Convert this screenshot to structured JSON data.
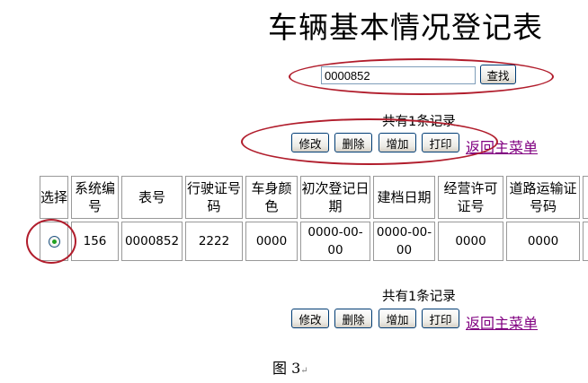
{
  "page": {
    "title": "车辆基本情况登记表",
    "caption": "图 3",
    "caption_mark": "↵"
  },
  "search": {
    "value": "0000852",
    "button_label": "查找"
  },
  "top_bar": {
    "record_count": "共有1条记录",
    "edit_label": "修改",
    "delete_label": "删除",
    "add_label": "增加",
    "print_label": "打印",
    "return_link": "返回主菜单"
  },
  "bottom_bar": {
    "record_count": "共有1条记录",
    "edit_label": "修改",
    "delete_label": "删除",
    "add_label": "增加",
    "print_label": "打印",
    "return_link": "返回主菜单"
  },
  "table": {
    "headers": [
      "选择",
      "系统编号",
      "表号",
      "行驶证号码",
      "车身颜色",
      "初次登记日期",
      "建档日期",
      "经营许可证号",
      "道路运输证号码"
    ],
    "rows": [
      {
        "selected": true,
        "cells": [
          "156",
          "0000852",
          "2222",
          "0000",
          "0000-00-00",
          "0000-00-00",
          "0000",
          "0000"
        ]
      }
    ]
  },
  "colors": {
    "annotation": "#b11d2c",
    "visited_link": "#800080",
    "radio_dot": "#21a121"
  }
}
